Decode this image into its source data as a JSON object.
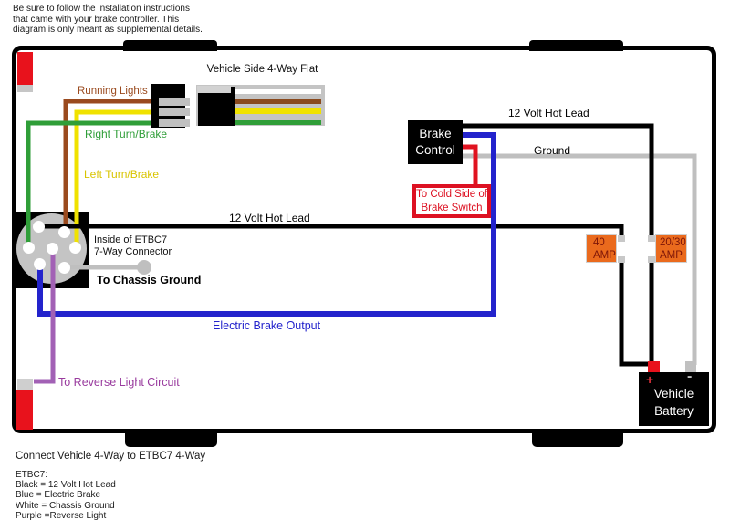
{
  "note_top": "Be sure to follow the installation instructions\nthat came with your brake controller. This\ndiagram is only meant as supplemental details.",
  "labels": {
    "vehicle_side": "Vehicle Side 4-Way Flat",
    "running_lights": "Running Lights",
    "right_turn": "Right Turn/Brake",
    "left_turn": "Left Turn/Brake",
    "hot_lead_main": "12 Volt Hot Lead",
    "hot_lead_top": "12 Volt Hot Lead",
    "ground": "Ground",
    "inside_connector": "Inside of ETBC7\n7-Way Connector",
    "chassis_ground": "To Chassis Ground",
    "electric_brake": "Electric Brake Output",
    "reverse_light": "To Reverse Light Circuit",
    "connect_note": "Connect Vehicle 4-Way to ETBC7 4-Way",
    "legend": "ETBC7:\nBlack = 12 Volt Hot Lead\nBlue = Electric Brake\nWhite = Chassis Ground\nPurple =Reverse Light"
  },
  "boxes": {
    "brake_control": "Brake\nControl",
    "cold_side": "To Cold Side of\nBrake Switch",
    "fuse_40": "40\nAMP",
    "fuse_20_30": "20/30\nAMP",
    "battery": "Vehicle\nBattery",
    "battery_plus": "+",
    "battery_minus": "-"
  },
  "colors": {
    "wire_black": "#000000",
    "wire_brown": "#9a4a1e",
    "wire_yellow": "#f0e200",
    "wire_green": "#2f9e38",
    "wire_blue": "#2323cc",
    "wire_purple": "#a261b5",
    "wire_red": "#e01320",
    "wire_gray": "#bfbfbf",
    "fuse_orange": "#ea6a1d",
    "marker_red": "#e8121c"
  }
}
